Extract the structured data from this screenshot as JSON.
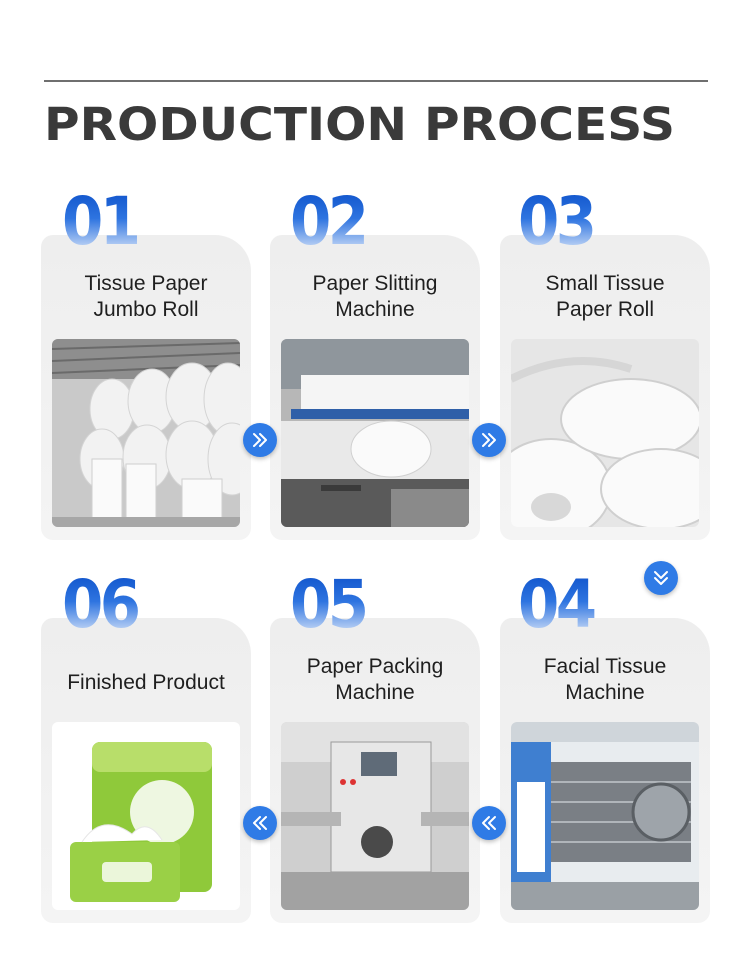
{
  "header": {
    "title": "PRODUCTION PROCESS"
  },
  "steps": [
    {
      "number": "01",
      "title_line1": "Tissue Paper",
      "title_line2": "Jumbo Roll"
    },
    {
      "number": "02",
      "title_line1": "Paper Slitting",
      "title_line2": "Machine"
    },
    {
      "number": "03",
      "title_line1": "Small Tissue",
      "title_line2": "Paper Roll"
    },
    {
      "number": "04",
      "title_line1": "Facial Tissue",
      "title_line2": "Machine"
    },
    {
      "number": "05",
      "title_line1": "Paper Packing",
      "title_line2": "Machine"
    },
    {
      "number": "06",
      "title_line1": "Finished Product",
      "title_line2": ""
    }
  ],
  "theme": {
    "accent": "#2f7be6",
    "number_blue": "#1e62d6",
    "card_bg": "#eeeeee",
    "title_color": "#3a3a3a"
  },
  "icons": {
    "next": "double-chevron-right-icon",
    "prev": "double-chevron-left-icon",
    "down": "double-chevron-down-icon"
  }
}
